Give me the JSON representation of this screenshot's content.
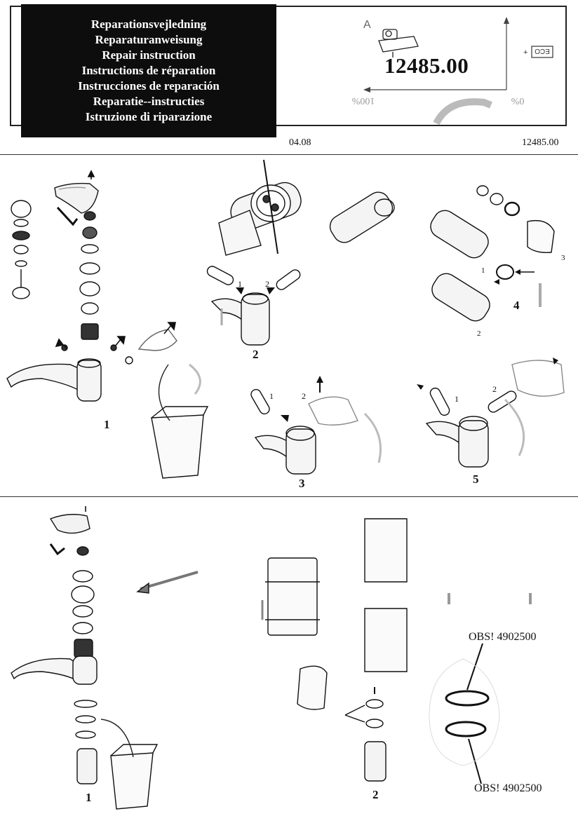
{
  "header": {
    "titles": [
      "Reparationsvejledning",
      "Reparaturanweisung",
      "Repair instruction",
      "Instructions de réparation",
      "Instrucciones de reparación",
      "Reparatie--instructies",
      "Istruzione di riparazione"
    ],
    "product_number": "12485.00",
    "date": "04.08",
    "product_number_small": "12485.00",
    "eco_badge": "ECO",
    "pct_left": "100%",
    "pct_right": "0%"
  },
  "section1": {
    "step_labels": [
      "1",
      "2",
      "3",
      "4",
      "5"
    ],
    "part_numbers": [
      "1",
      "2",
      "1",
      "2",
      "1",
      "2",
      "3",
      "1",
      "2",
      "2",
      "1"
    ]
  },
  "section2": {
    "step_labels": [
      "1",
      "2"
    ],
    "obs_top": "OBS! 4902500",
    "obs_bottom": "OBS! 4902500"
  }
}
